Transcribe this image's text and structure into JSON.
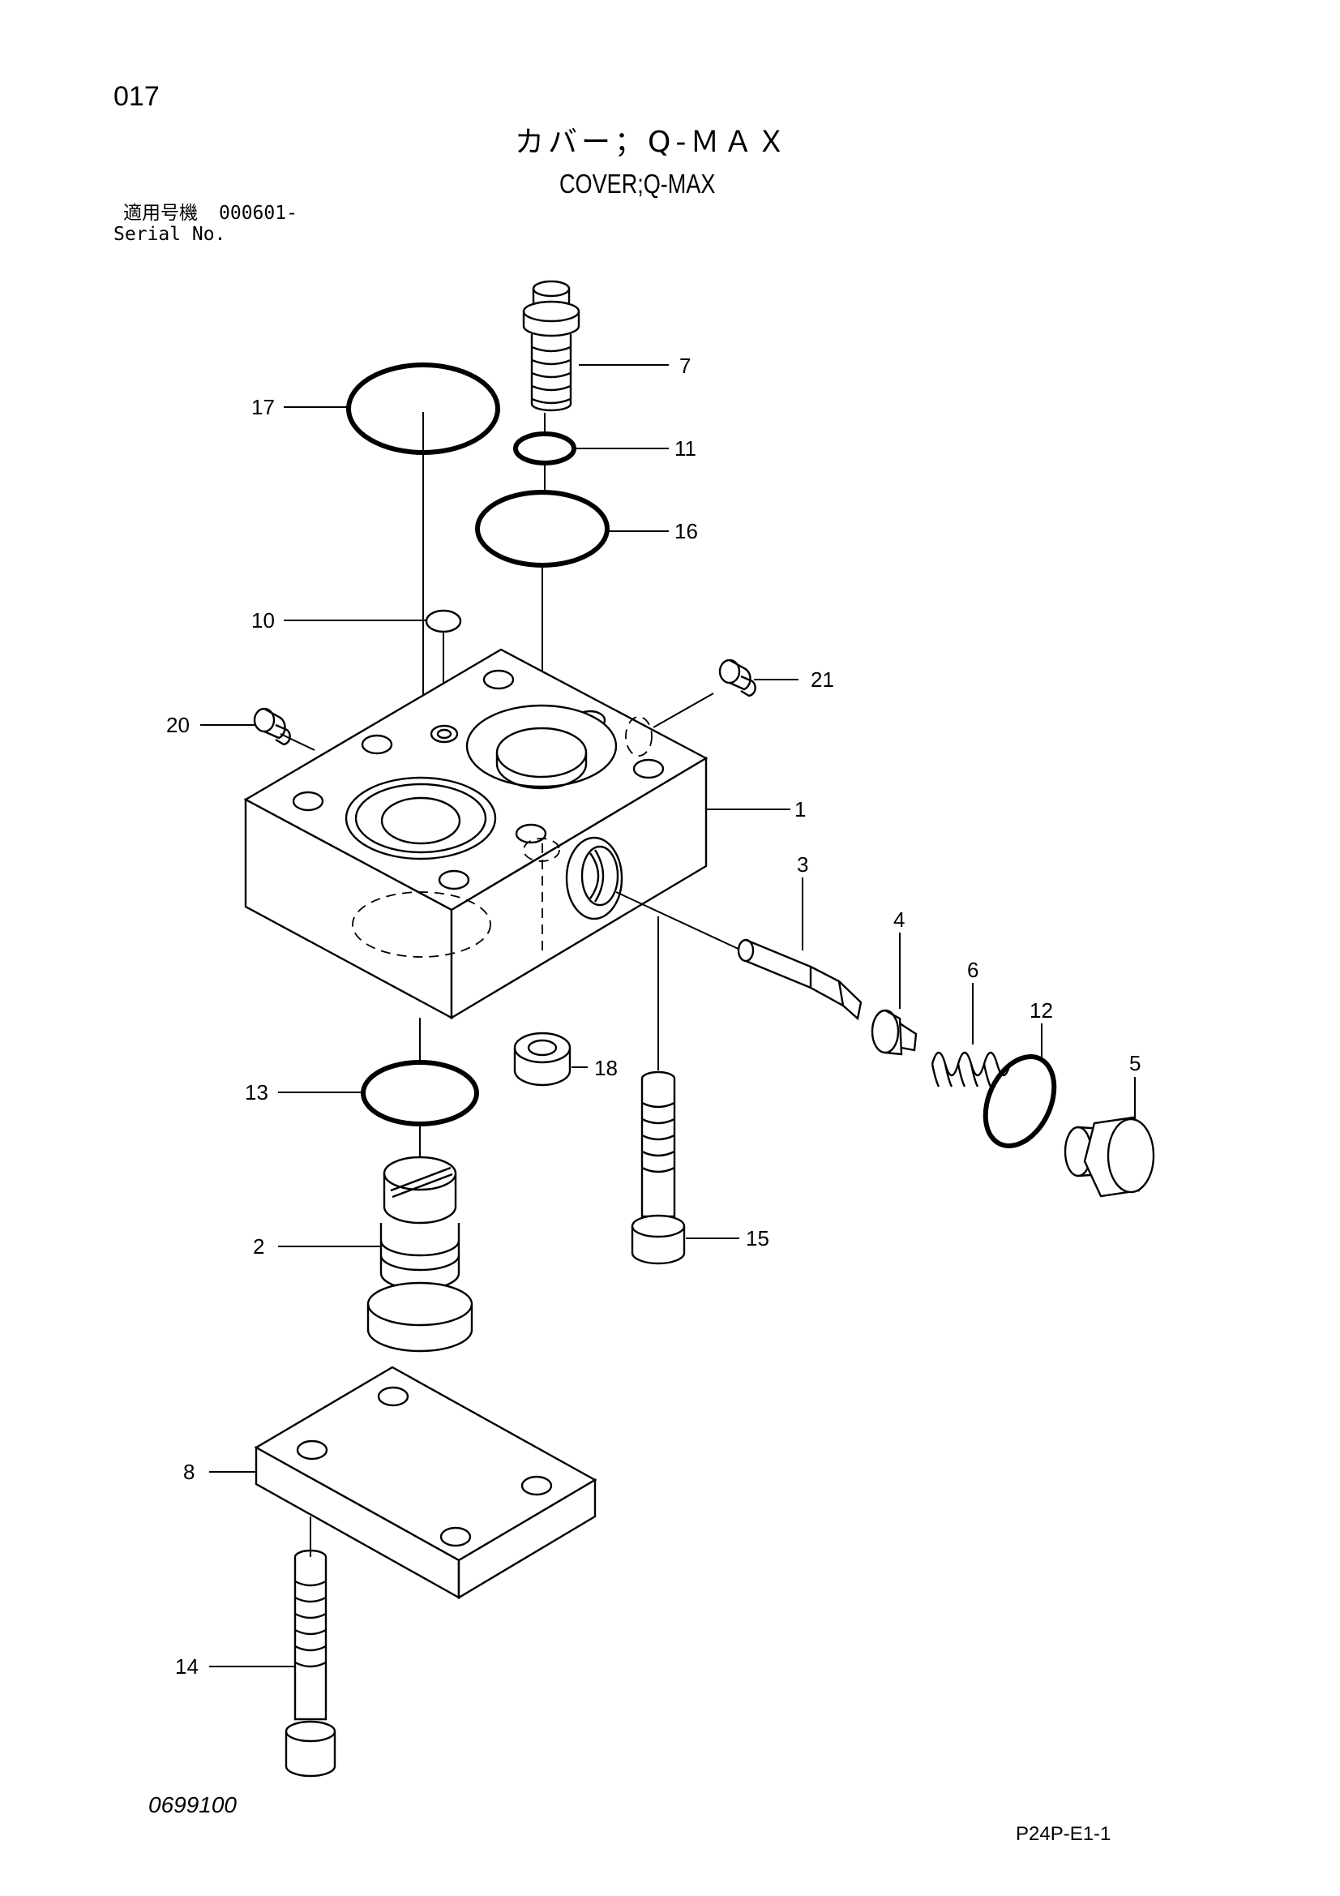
{
  "page_number": "017",
  "title_jp": "カバー；Q-ＭＡＸ",
  "title_en": "COVER;Q-MAX",
  "serial_label_jp": "適用号機",
  "serial_value": "000601-",
  "serial_label_en": "Serial No.",
  "drawing_code": "0699100",
  "sheet_ref": "P24P-E1-1",
  "callouts": [
    "1",
    "2",
    "3",
    "4",
    "5",
    "6",
    "7",
    "8",
    "10",
    "11",
    "12",
    "13",
    "14",
    "15",
    "16",
    "17",
    "18",
    "20",
    "21"
  ]
}
